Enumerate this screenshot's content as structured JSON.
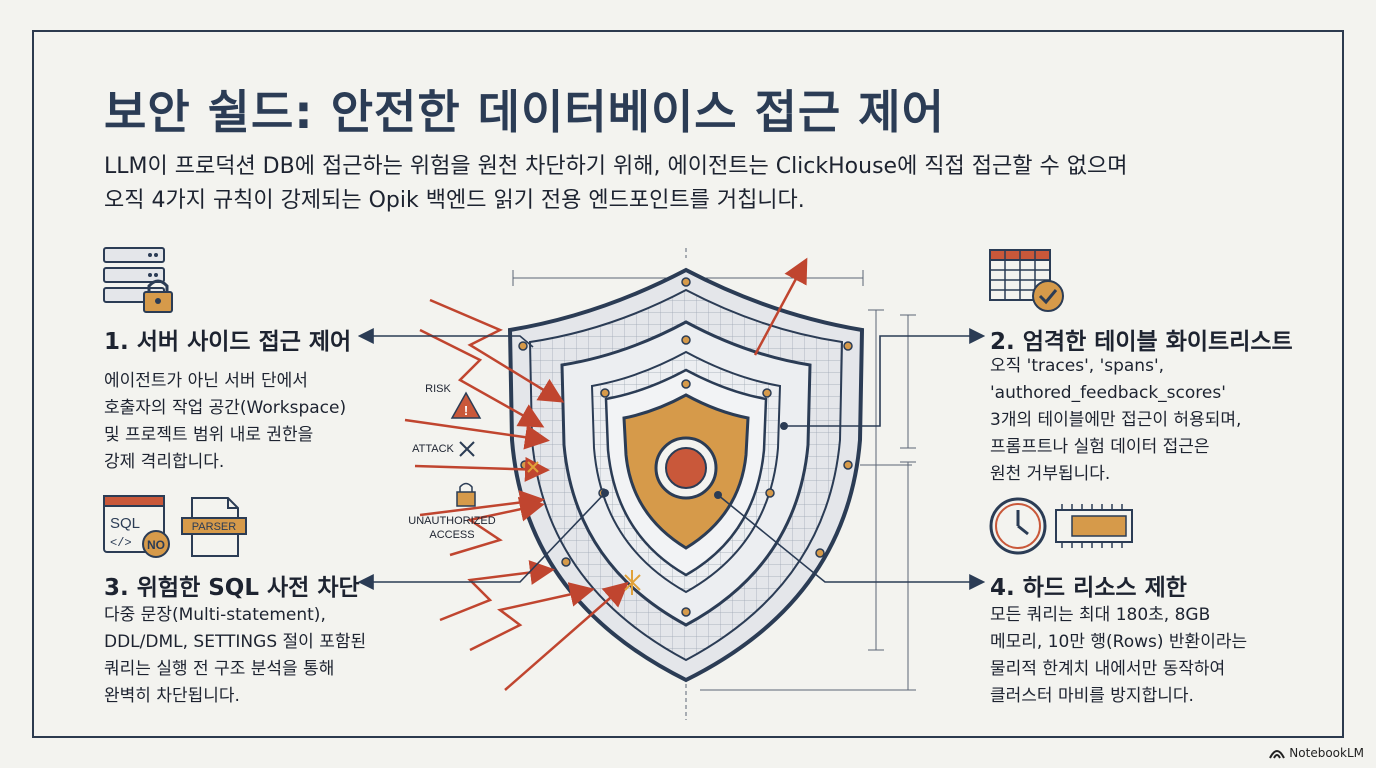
{
  "header": {
    "title": "보안 쉴드: 안전한 데이터베이스 접근 제어",
    "subtitle_lines": [
      "LLM이 프로덕션 DB에 접근하는 위험을 원천 차단하기 위해, 에이전트는 ClickHouse에 직접 접근할 수 없으며",
      "오직 4가지 규칙이 강제되는 Opik 백엔드 읽기 전용 엔드포인트를 거칩니다."
    ]
  },
  "sections": [
    {
      "title": "1. 서버 사이드 접근 제어",
      "icon": "server-lock-icon",
      "body": [
        "에이전트가 아닌 서버 단에서",
        "호출자의 작업 공간(Workspace)",
        "및 프로젝트 범위 내로 권한을",
        "강제 격리합니다."
      ]
    },
    {
      "title": "2. 엄격한 테이블 화이트리스트",
      "icon": "table-check-icon",
      "body": [
        "오직 'traces', 'spans',",
        "'authored_feedback_scores'",
        "3개의 테이블에만 접근이 허용되며,",
        "프롬프트나 실험 데이터 접근은",
        "원천 거부됩니다."
      ]
    },
    {
      "title": "3. 위험한 SQL 사전 차단",
      "icon": "sql-parser-icon",
      "body": [
        "다중 문장(Multi-statement),",
        "DDL/DML, SETTINGS 절이 포함된",
        "쿼리는 실행 전 구조 분석을 통해",
        "완벽히 차단됩니다."
      ]
    },
    {
      "title": "4. 하드 리소스 제한",
      "icon": "clock-memory-icon",
      "body": [
        "모든 쿼리는 최대 180초, 8GB",
        "메모리, 10만 행(Rows) 반환이라는",
        "물리적 한계치 내에서만 동작하여",
        "클러스터 마비를 방지합니다."
      ]
    }
  ],
  "icons": {
    "sql_label": "SQL",
    "sql_code": "</>",
    "no_label": "NO",
    "parser_label": "PARSER"
  },
  "threats": {
    "risk": "RISK",
    "attack": "ATTACK",
    "unauthorized_1": "UNAUTHORIZED",
    "unauthorized_2": "ACCESS"
  },
  "footer": {
    "brand": "NotebookLM"
  },
  "colors": {
    "navy": "#2b3c55",
    "shield_gold": "#d69a4a",
    "core_red": "#c9583a",
    "arrow_red": "#c0452f"
  }
}
